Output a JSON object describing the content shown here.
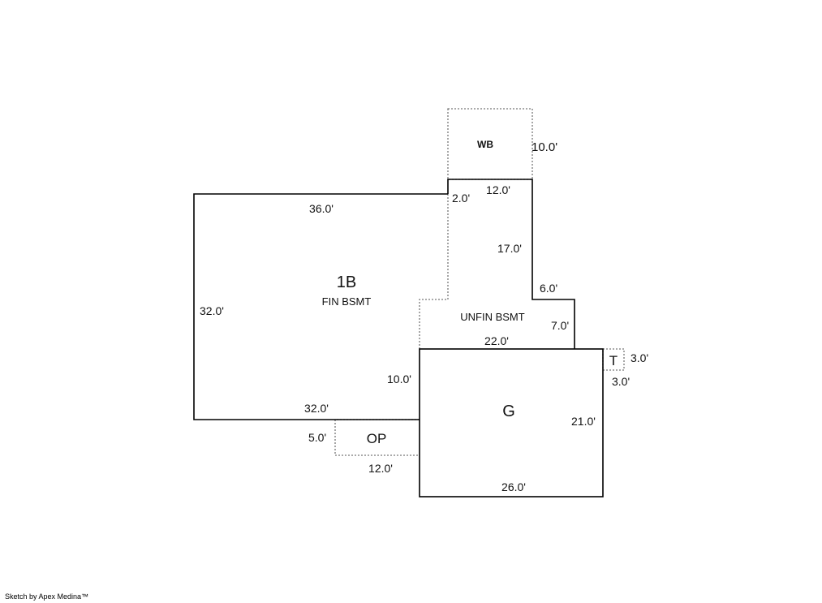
{
  "areas": {
    "fin_bsmt": {
      "code": "1B",
      "name": "FIN BSMT"
    },
    "unfin_bsmt": {
      "name": "UNFIN BSMT"
    },
    "wb": {
      "code": "WB"
    },
    "garage": {
      "code": "G"
    },
    "porch": {
      "code": "OP"
    },
    "t": {
      "code": "T"
    }
  },
  "dimensions": {
    "fin_top": "36.0'",
    "fin_left": "32.0'",
    "fin_bottom": "32.0'",
    "fin_right_lower": "10.0'",
    "step": "2.0'",
    "wb_width": "12.0'",
    "wb_depth": "10.0'",
    "unfin_right": "17.0'",
    "unfin_jog": "6.0'",
    "unfin_jog_down": "7.0'",
    "unfin_bottom": "22.0'",
    "garage_right": "21.0'",
    "garage_bottom": "26.0'",
    "porch_depth": "5.0'",
    "porch_width": "12.0'",
    "t_width": "3.0'",
    "t_depth": "3.0'"
  },
  "footer": {
    "credit": "Sketch by Apex Medina™"
  }
}
